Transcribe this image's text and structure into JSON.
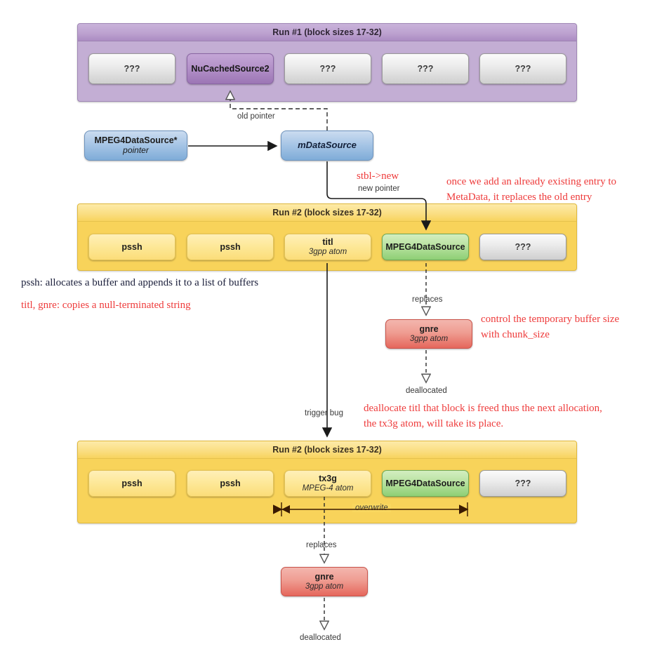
{
  "runs": [
    {
      "id": "run1",
      "title": "Run #1 (block sizes 17-32)",
      "blocks": [
        {
          "l1": "???",
          "l2": "",
          "style": "gray"
        },
        {
          "l1": "NuCachedSource2",
          "l2": "",
          "style": "purple"
        },
        {
          "l1": "???",
          "l2": "",
          "style": "gray"
        },
        {
          "l1": "???",
          "l2": "",
          "style": "gray"
        },
        {
          "l1": "???",
          "l2": "",
          "style": "gray"
        }
      ]
    },
    {
      "id": "run2a",
      "title": "Run #2 (block sizes 17-32)",
      "blocks": [
        {
          "l1": "pssh",
          "l2": "",
          "style": "yellow"
        },
        {
          "l1": "pssh",
          "l2": "",
          "style": "yellow"
        },
        {
          "l1": "titl",
          "l2": "3gpp atom",
          "style": "yellow"
        },
        {
          "l1": "MPEG4DataSource",
          "l2": "",
          "style": "green"
        },
        {
          "l1": "???",
          "l2": "",
          "style": "gray"
        }
      ]
    },
    {
      "id": "run2b",
      "title": "Run #2 (block sizes 17-32)",
      "blocks": [
        {
          "l1": "pssh",
          "l2": "",
          "style": "yellow"
        },
        {
          "l1": "pssh",
          "l2": "",
          "style": "yellow"
        },
        {
          "l1": "tx3g",
          "l2": "MPEG-4 atom",
          "style": "yellow"
        },
        {
          "l1": "MPEG4DataSource",
          "l2": "",
          "style": "green"
        },
        {
          "l1": "???",
          "l2": "",
          "style": "gray"
        }
      ]
    }
  ],
  "nodes": {
    "pointer_box": {
      "l1": "MPEG4DataSource*",
      "l2": "pointer"
    },
    "mdatasource_box": {
      "l1": "mDataSource"
    },
    "gnre_top": {
      "l1": "gnre",
      "l2": "3gpp atom"
    },
    "gnre_bottom": {
      "l1": "gnre",
      "l2": "3gpp atom"
    }
  },
  "edge_labels": {
    "old_pointer": "old pointer",
    "new_pointer": "new pointer",
    "replaces_top": "replaces",
    "deallocated_top": "deallocated",
    "trigger_bug": "trigger bug",
    "overwrite": "overwrite",
    "replaces_bottom": "replaces",
    "deallocated_bottom": "deallocated"
  },
  "annotations": {
    "stbl_new": "stbl->new",
    "metadata_note_line1": "once we add an already existing entry to",
    "metadata_note_line2": "MetaData, it replaces the old entry",
    "pssh_note": "pssh: allocates a buffer and appends it to a list of buffers",
    "titl_gnre_note": "titl, gnre: copies a null-terminated string",
    "chunk_note_line1": "control the temporary buffer size",
    "chunk_note_line2": "with chunk_size",
    "bug_note_line1": "deallocate titl that block is freed thus the next allocation,",
    "bug_note_line2": "the tx3g atom, will take its place."
  },
  "colors": {
    "purple_container": "#c3aed4",
    "yellow_container": "#f8d35a",
    "green_block": "#a9da8e",
    "red_block": "#e8796c",
    "blue_block": "#9dc0e2",
    "red_text": "#ee3b3b",
    "dark_text": "#1b1f3b"
  }
}
